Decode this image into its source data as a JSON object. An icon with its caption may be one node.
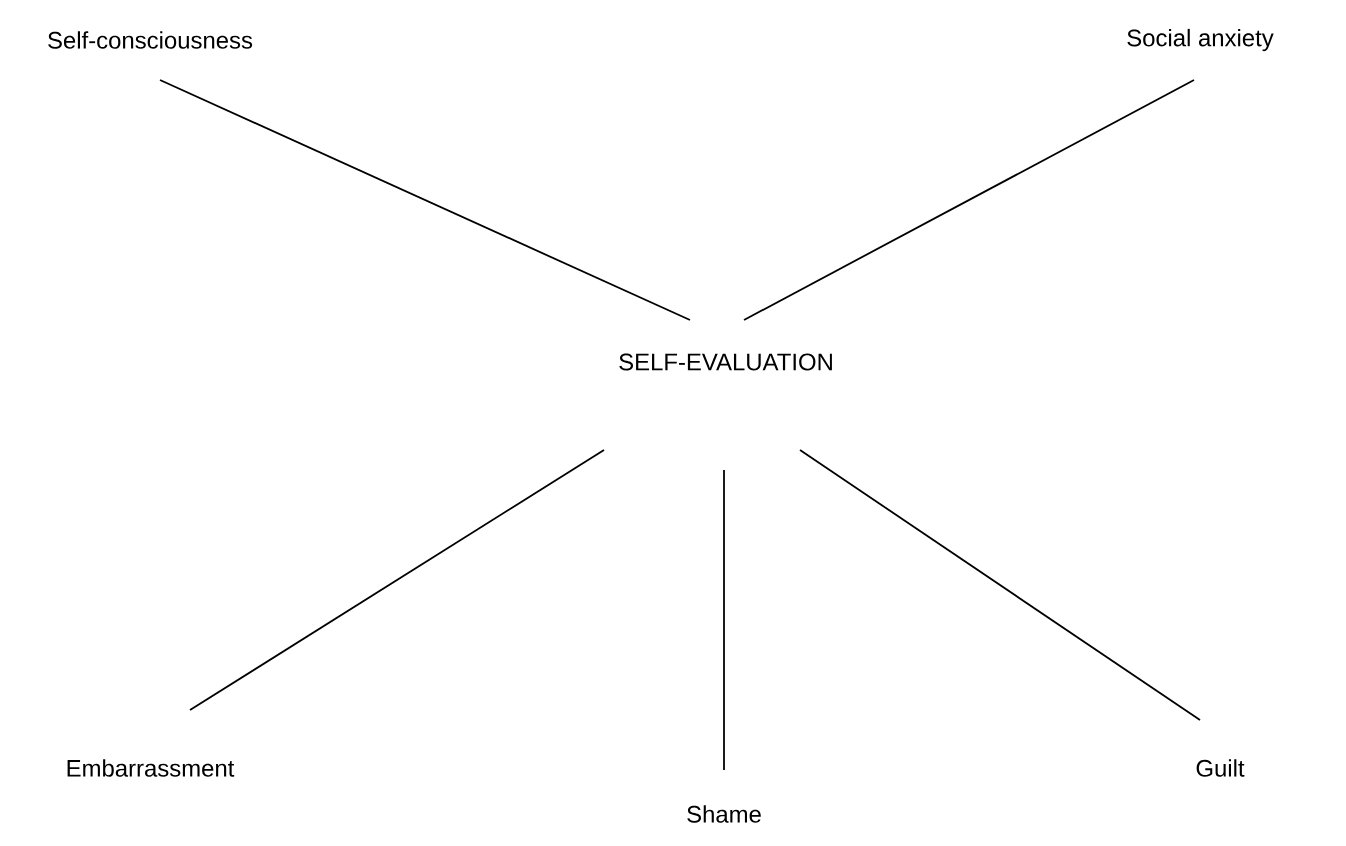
{
  "diagram": {
    "nodes": [
      {
        "text": [
          "SELF-EVALUATION"
        ]
      },
      {
        "text": [
          "Self-consciousness"
        ]
      },
      {
        "text": [
          "Social anxiety"
        ]
      },
      {
        "text": [
          "Embarrassment"
        ]
      },
      {
        "text": [
          "Guilt"
        ]
      },
      {
        "text": [
          "Shame"
        ]
      }
    ],
    "edges": [
      {
        "from": 0,
        "to": 1,
        "arrow": "none"
      },
      {
        "from": 0,
        "to": 2,
        "arrow": "none"
      },
      {
        "from": 0,
        "to": 3,
        "arrow": "none"
      },
      {
        "from": 0,
        "to": 5,
        "arrow": "none"
      },
      {
        "from": 0,
        "to": 4,
        "arrow": "none"
      }
    ]
  }
}
